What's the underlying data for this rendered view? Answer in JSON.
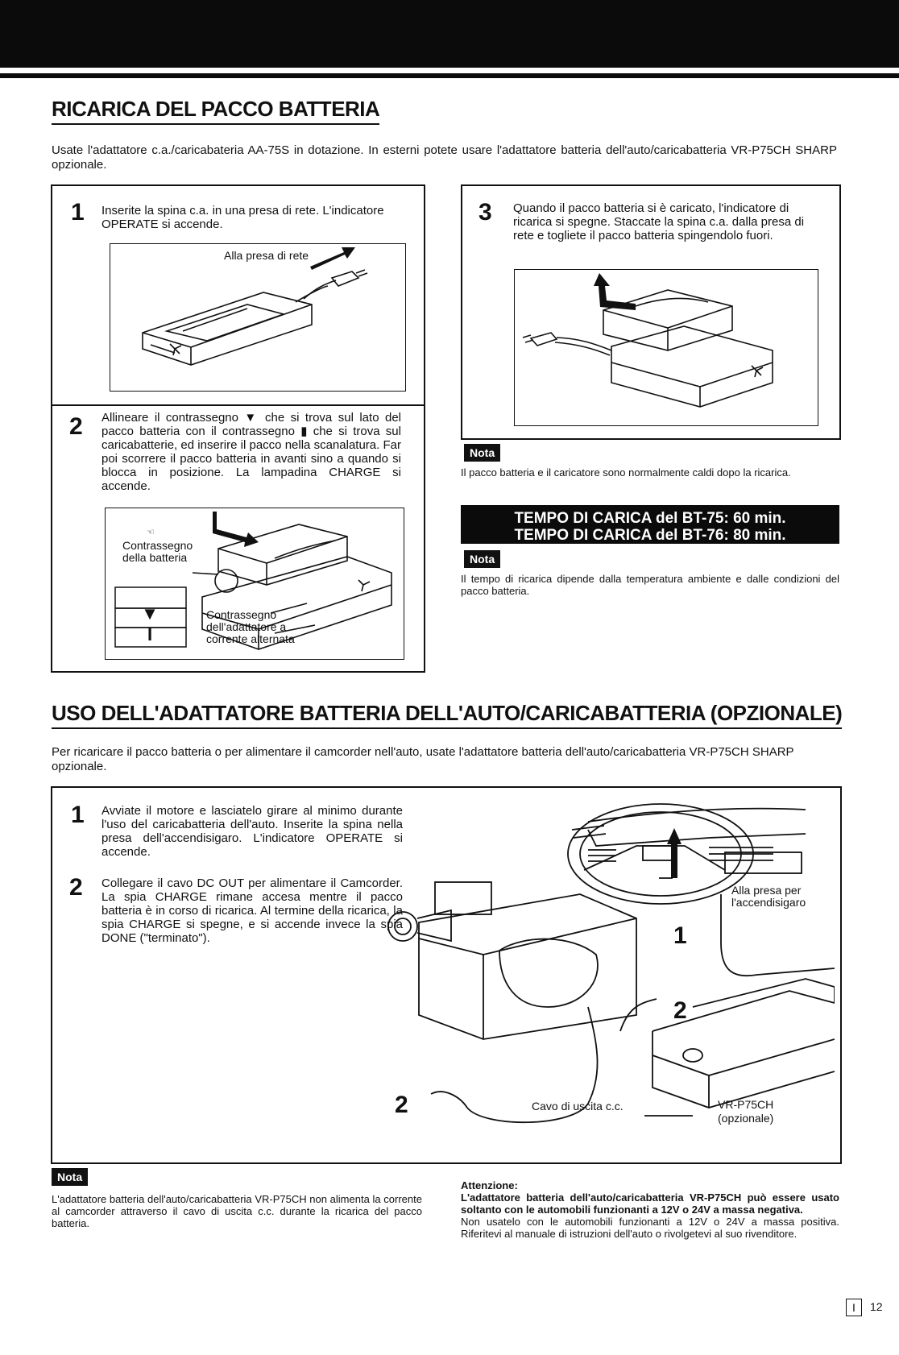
{
  "section1": {
    "title": "RICARICA DEL PACCO BATTERIA",
    "intro": "Usate l'adattatore c.a./caricabateria AA-75S in dotazione. In esterni potete usare l'adattatore batteria dell'auto/caricabatteria VR-P75CH SHARP opzionale.",
    "step1": {
      "num": "1",
      "text": "Inserite la spina c.a. in una presa di rete. L'indicatore OPERATE si accende.",
      "figure_label": "Alla presa di rete"
    },
    "step2": {
      "num": "2",
      "text": "Allineare il contrassegno ▼ che si trova sul lato del pacco batteria con il contrassegno ▮ che si trova sul caricabatterie, ed inserire il pacco nella scanalatura. Far poi scorrere il pacco batteria in avanti sino a quando si blocca in posizione. La lampadina CHARGE si accende.",
      "label_battery": "Contrassegno della batteria",
      "label_adapter": "Contrassegno dell'adattatore a corrente alternata",
      "mark_triangle": "▼",
      "mark_bar": "I"
    },
    "step3": {
      "num": "3",
      "text": "Quando il pacco batteria si è caricato, l'indicatore di ricarica si spegne. Staccate la spina c.a. dalla presa di rete e togliete il pacco batteria spingendolo fuori."
    },
    "nota1": {
      "badge": "Nota",
      "text": "Il pacco batteria e il caricatore sono normalmente caldi dopo la ricarica."
    },
    "charge_times": [
      "TEMPO DI CARICA del BT-75: 60 min.",
      "TEMPO DI CARICA del BT-76: 80 min."
    ],
    "nota2": {
      "badge": "Nota",
      "text": "Il tempo di ricarica dipende dalla temperatura ambiente e dalle condizioni del pacco batteria."
    }
  },
  "section2": {
    "title": "USO DELL'ADATTATORE BATTERIA DELL'AUTO/CARICABATTERIA (OPZIONALE)",
    "intro": "Per ricaricare il pacco batteria o per alimentare il camcorder nell'auto, usate l'adattatore batteria dell'auto/caricabatteria VR-P75CH SHARP opzionale.",
    "step1": {
      "num": "1",
      "text": "Avviate il motore e lasciatelo girare al minimo durante l'uso del caricabatteria dell'auto. Inserite la spina nella presa dell'accendisigaro. L'indicatore OPERATE si accende."
    },
    "step2": {
      "num": "2",
      "text": "Collegare il cavo DC OUT per alimentare il Camcorder. La spia CHARGE rimane accesa mentre il pacco batteria è in corso di ricarica. Al termine della ricarica, la spia CHARGE si spegne, e si accende invece la spia DONE (\"terminato\")."
    },
    "figure": {
      "label_lighter": "Alla presa per l'accendisigaro",
      "callout_1": "1",
      "callout_2a": "2",
      "callout_2b": "2",
      "label_cable": "Cavo di uscita c.c.",
      "label_model": "VR-P75CH",
      "label_optional": "(opzionale)"
    },
    "nota3": {
      "badge": "Nota",
      "text": "L'adattatore batteria dell'auto/caricabatteria VR-P75CH non alimenta la corrente al camcorder attraverso il cavo di uscita c.c. durante la ricarica del pacco batteria."
    },
    "attenzione": {
      "heading": "Attenzione:",
      "bold_text": "L'adattatore batteria dell'auto/caricabatteria VR-P75CH può essere usato soltanto con le automobili funzionanti a 12V o 24V a massa negativa.",
      "text": "Non usatelo con le automobili funzionanti a 12V o 24V a massa positiva. Riferitevi al manuale di istruzioni dell'auto o rivolgetevi al suo rivenditore."
    }
  },
  "footer": {
    "lang": "I",
    "page": "12"
  }
}
